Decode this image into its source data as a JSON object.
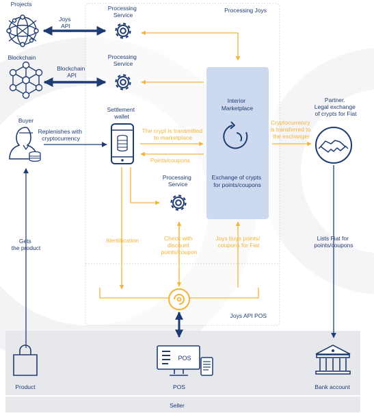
{
  "left_column": {
    "projects": "Projects",
    "joys_api": [
      "Joys",
      "API"
    ],
    "blockchain": "Blockchain",
    "blockchain_api": [
      "Blockchain",
      "API"
    ],
    "buyer": "Buyer",
    "replenishes": [
      "Replenishes with",
      "cryptocurrency"
    ],
    "gets_product": [
      "Gets",
      "the product"
    ],
    "product": "Product"
  },
  "processing_joys": {
    "title": "Processing Joys",
    "processing_service": [
      "Processing",
      "Service"
    ],
    "settlement_wallet": [
      "Settlement",
      "wallet"
    ],
    "transmitted": [
      "The crypt is transmitted",
      "to marketplace"
    ],
    "points_coupons": "Points/coupons",
    "identification": "Identification",
    "check_discount": [
      "Check with",
      "discount",
      "points/coupon"
    ],
    "joys_buys": [
      "Joys buys points/",
      "coupons for Fiat"
    ],
    "api_pos": "Joys API POS"
  },
  "marketplace": {
    "title": [
      "Interior",
      "Marketplace"
    ],
    "exchange": [
      "Exchange of crypts",
      "for points/coupons"
    ]
  },
  "right_column": {
    "partner": [
      "Partner.",
      "Legal exchange",
      "of crypts for Fiat"
    ],
    "crypto_transfer": [
      "Cryptocurrency",
      "is transferred to",
      "the exchanger"
    ],
    "lists_fiat": [
      "Lists Fiat for",
      "points/coupons"
    ],
    "bank_account": "Bank account"
  },
  "seller": {
    "pos_label": "POS",
    "pos_screen_text": "POS",
    "seller_label": "Seller"
  },
  "colors": {
    "navy": "#1f3b73",
    "orange": "#f5b335",
    "box_bg": "#ccd9ee",
    "seller_bg": "#e6e8eb"
  },
  "icons": [
    "network-icon",
    "blockchain-icon",
    "buyer-icon",
    "gear-icon",
    "phone-wallet-icon",
    "cycle-icon",
    "handshake-icon",
    "shopping-bag-icon",
    "pos-terminal-icon",
    "bank-icon",
    "joys-logo-icon"
  ]
}
